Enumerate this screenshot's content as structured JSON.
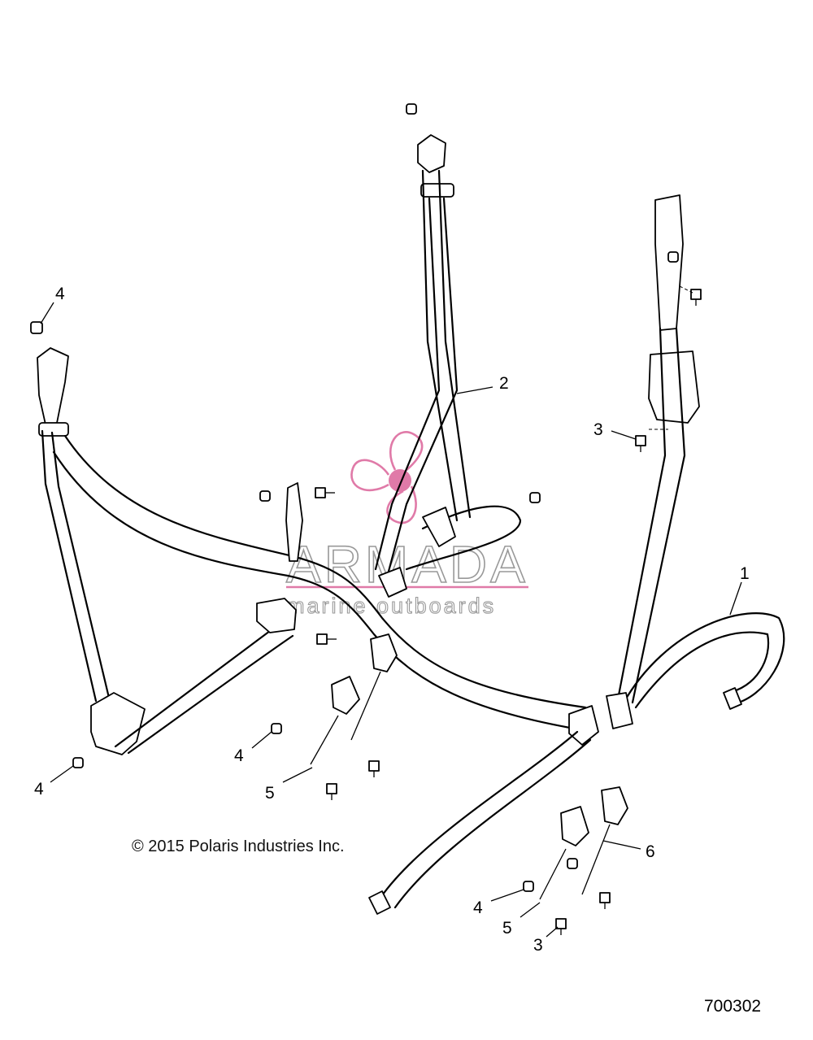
{
  "diagram": {
    "copyright": "© 2015 Polaris Industries Inc.",
    "diagram_number": "700302",
    "watermark": {
      "brand": "ARMADA",
      "tagline": "marine outboards",
      "accent_color": "#e07aa8"
    },
    "callouts": [
      {
        "id": "c1",
        "label": "1"
      },
      {
        "id": "c2",
        "label": "2"
      },
      {
        "id": "c3a",
        "label": "3"
      },
      {
        "id": "c3b",
        "label": "3"
      },
      {
        "id": "c4a",
        "label": "4"
      },
      {
        "id": "c4b",
        "label": "4"
      },
      {
        "id": "c4c",
        "label": "4"
      },
      {
        "id": "c4d",
        "label": "4"
      },
      {
        "id": "c5a",
        "label": "5"
      },
      {
        "id": "c5b",
        "label": "5"
      },
      {
        "id": "c6",
        "label": "6"
      }
    ]
  }
}
